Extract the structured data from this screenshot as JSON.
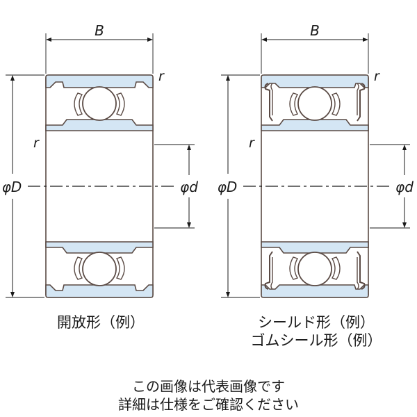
{
  "labels": {
    "width": "B",
    "radius": "r",
    "outer_diameter": "φD",
    "inner_diameter": "φd"
  },
  "captions": {
    "open_type": "開放形（例）",
    "shield_type": "シールド形（例）",
    "rubber_seal_type": "ゴムシール形（例）"
  },
  "notes": {
    "line1": "この画像は代表画像です",
    "line2": "詳細は仕様をご確認ください"
  },
  "colors": {
    "ring_fill": "#d4e6f4",
    "outline": "#5a4a44",
    "line": "#1a1a1a"
  }
}
